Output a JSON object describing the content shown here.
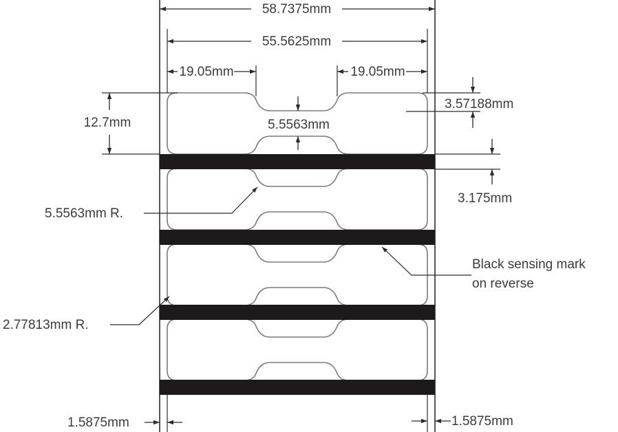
{
  "diagram": {
    "type": "label-stock-dimension-drawing",
    "colors": {
      "line": "#2a2a2a",
      "label_outline": "#7a7a7a",
      "mark": "#1e1a1b",
      "text": "#3a3a40",
      "background": "#ffffff"
    },
    "dimensions": {
      "overall_width": "58.7375mm",
      "label_width": "55.5625mm",
      "left_lobe_width": "19.05mm",
      "right_lobe_width": "19.05mm",
      "label_height": "12.7mm",
      "neck_height": "5.5563mm",
      "neck_inset": "3.57188mm",
      "mark_height": "3.175mm",
      "left_margin": "1.5875mm",
      "right_margin": "1.5875mm"
    },
    "notes": {
      "neck_radius": "5.5563mm R.",
      "corner_radius": "2.77813mm R.",
      "sensing_mark_line1": "Black sensing mark",
      "sensing_mark_line2": "on reverse"
    },
    "labels_count": 4,
    "sensing_marks_count": 4
  }
}
